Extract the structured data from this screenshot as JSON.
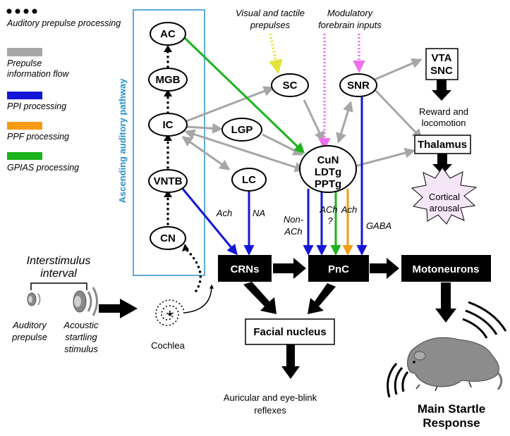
{
  "legend": {
    "auditory_prepulse": "Auditory prepulse processing",
    "prepulse_flow": "Prepulse information flow",
    "ppi": "PPI processing",
    "ppf": "PPF processing",
    "gpias": "GPIAS processing"
  },
  "colors": {
    "ppi": "#1515d8",
    "ppf": "#f59a12",
    "gpias": "#1cb31c",
    "prepulse_flow": "#a6a6a6",
    "pathway_box": "#2a8fce",
    "visual_input": "#e3e33a",
    "modulatory_input": "#ee70ee",
    "cortical_arousal_fill": "#f4e6f6"
  },
  "pathway_title": "Ascending auditory  pathway",
  "nodes": {
    "ac": "AC",
    "mgb": "MGB",
    "ic": "IC",
    "vntb": "VNTB",
    "cn": "CN",
    "lgp": "LGP",
    "lc": "LC",
    "sc": "SC",
    "snr": "SNR",
    "cun_1": "CuN",
    "cun_2": "LDTg",
    "cun_3": "PPTg",
    "vta_1": "VTA",
    "vta_2": "SNC",
    "thalamus": "Thalamus",
    "crns": "CRNs",
    "pnc": "PnC",
    "motoneurons": "Motoneurons",
    "facial": "Facial nucleus"
  },
  "inputs": {
    "visual_1": "Visual and tactile",
    "visual_2": "prepulses",
    "modulatory_1": "Modulatory",
    "modulatory_2": "forebrain inputs"
  },
  "edge_labels": {
    "ach_vntb": "Ach",
    "na": "NA",
    "nonach_1": "Non-",
    "nonach_2": "ACh",
    "ach_q_1": "ACh",
    "ach_q_2": "?",
    "ach_ppf": "Ach",
    "gaba": "GABA"
  },
  "outputs": {
    "reward_1": "Reward and",
    "reward_2": "locomotion",
    "arousal_1": "Cortical",
    "arousal_2": "arousal",
    "reflex_1": "Auricular and eye-blink",
    "reflex_2": "reflexes",
    "startle_1": "Main Startle",
    "startle_2": "Response"
  },
  "stimulus": {
    "isi_1": "Interstimulus",
    "isi_2": "interval",
    "prepulse_1": "Auditory",
    "prepulse_2": "prepulse",
    "startle_1": "Acoustic",
    "startle_2": "startling",
    "startle_3": "stimulus",
    "cochlea": "Cochlea"
  }
}
